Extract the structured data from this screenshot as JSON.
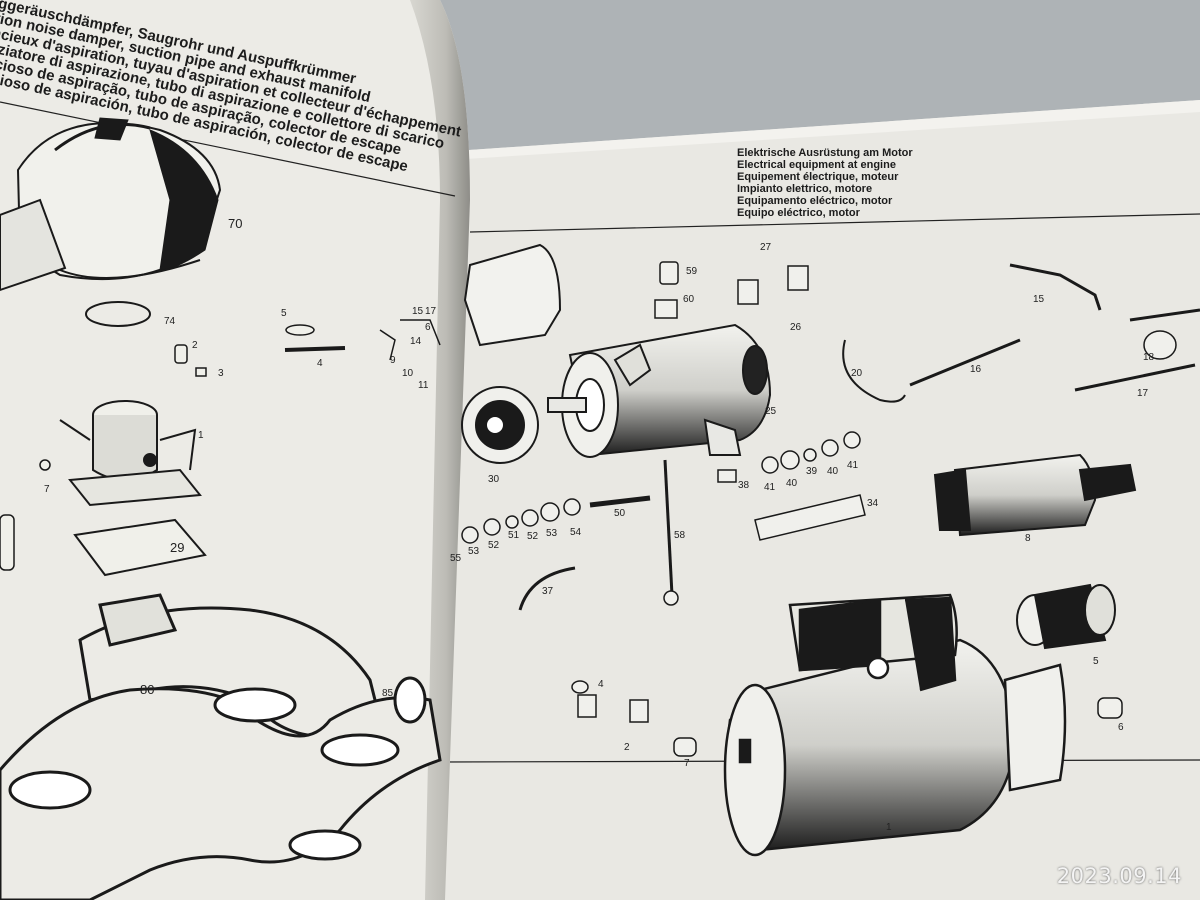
{
  "left_page": {
    "title_lines": [
      "ggeräuschdämpfer, Saugrohr und Auspuffkrümmer",
      "tion noise damper, suction pipe and exhaust manifold",
      "ncieux d'aspiration, tuyau d'aspiration et collecteur d'échappement",
      "nziatore di aspirazione, tubo di aspirazione e collettore di scarico",
      "ncioso de aspiração, tubo de aspiração, colector de escape",
      "ncioso de aspiración, tubo de aspiración, colector de escape"
    ],
    "part_labels": [
      {
        "id": "70",
        "big": true
      },
      {
        "id": "74",
        "big": false
      },
      {
        "id": "2",
        "big": false
      },
      {
        "id": "3",
        "big": false
      },
      {
        "id": "5",
        "big": false
      },
      {
        "id": "4",
        "big": false
      },
      {
        "id": "9",
        "big": false
      },
      {
        "id": "10",
        "big": false
      },
      {
        "id": "11",
        "big": false
      },
      {
        "id": "14",
        "big": false
      },
      {
        "id": "15",
        "big": false
      },
      {
        "id": "17",
        "big": false
      },
      {
        "id": "6",
        "big": false
      },
      {
        "id": "1",
        "big": false
      },
      {
        "id": "7",
        "big": false
      },
      {
        "id": "29",
        "big": true
      },
      {
        "id": "80",
        "big": true
      },
      {
        "id": "85",
        "big": false
      }
    ]
  },
  "right_page": {
    "title_lines": [
      "Elektrische Ausrüstung am Motor",
      "Electrical equipment at engine",
      "Equipement électrique, moteur",
      "Impianto elettrico, motore",
      "Equipamento eléctrico, motor",
      "Equipo eléctrico, motor"
    ],
    "part_labels": [
      {
        "id": "27"
      },
      {
        "id": "59"
      },
      {
        "id": "60"
      },
      {
        "id": "26"
      },
      {
        "id": "15"
      },
      {
        "id": "18"
      },
      {
        "id": "20"
      },
      {
        "id": "16"
      },
      {
        "id": "17"
      },
      {
        "id": "25"
      },
      {
        "id": "30"
      },
      {
        "id": "38"
      },
      {
        "id": "41"
      },
      {
        "id": "40"
      },
      {
        "id": "39"
      },
      {
        "id": "40"
      },
      {
        "id": "41"
      },
      {
        "id": "8"
      },
      {
        "id": "34"
      },
      {
        "id": "50"
      },
      {
        "id": "55"
      },
      {
        "id": "53"
      },
      {
        "id": "52"
      },
      {
        "id": "51"
      },
      {
        "id": "52"
      },
      {
        "id": "53"
      },
      {
        "id": "54"
      },
      {
        "id": "58"
      },
      {
        "id": "37"
      },
      {
        "id": "4"
      },
      {
        "id": "2"
      },
      {
        "id": "7"
      },
      {
        "id": "5"
      },
      {
        "id": "6"
      },
      {
        "id": "1"
      }
    ]
  },
  "date_stamp": "2023.09.14",
  "colors": {
    "background": "#aeb3b6",
    "paper": "#ecebe6",
    "ink": "#1a1a1a",
    "stamp": "#f4f4f4"
  }
}
